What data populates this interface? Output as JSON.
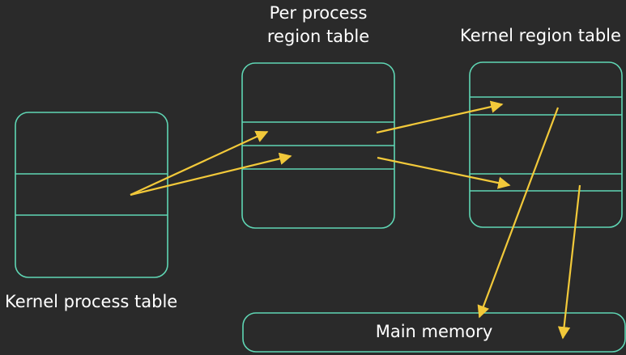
{
  "labels": {
    "per_process_line1": "Per process",
    "per_process_line2": "region table",
    "kernel_region_table": "Kernel region table",
    "kernel_process_table": "Kernel process table",
    "main_memory": "Main memory"
  },
  "colors": {
    "background": "#2a2a2a",
    "table_outline": "#5fd6b4",
    "arrow": "#f2c93a",
    "text": "#ffffff"
  }
}
